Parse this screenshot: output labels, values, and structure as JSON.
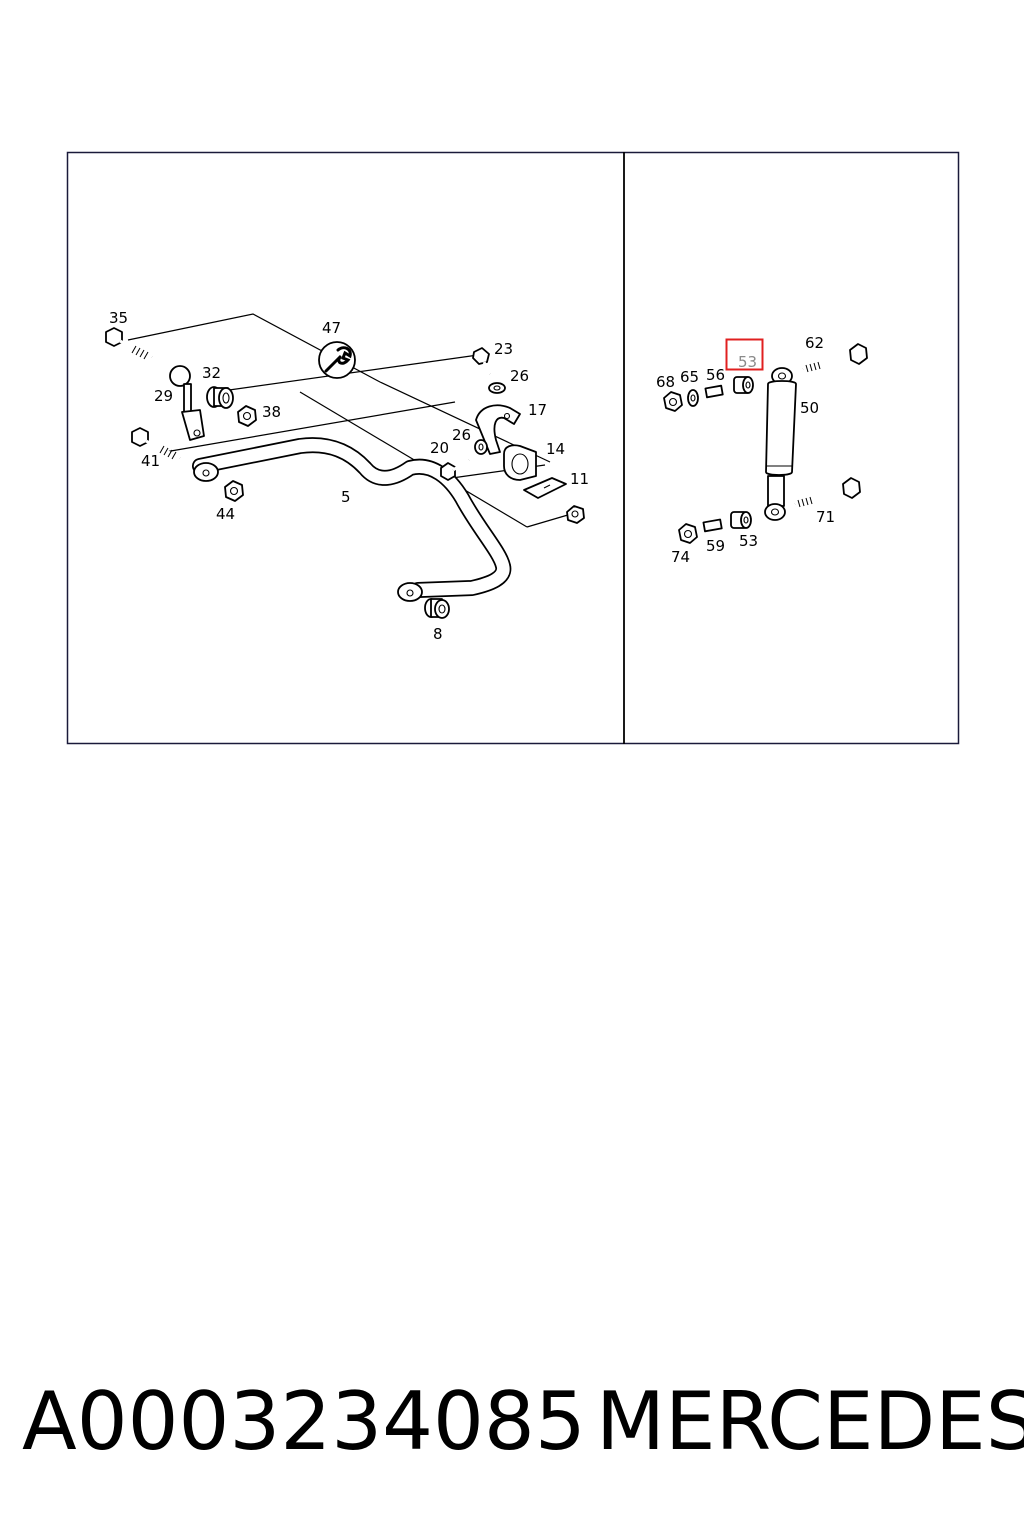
{
  "diagram": {
    "left_panel": {
      "labels": [
        "35",
        "47",
        "23",
        "26",
        "32",
        "29",
        "38",
        "17",
        "26",
        "41",
        "20",
        "14",
        "11",
        "5",
        "44",
        "8"
      ]
    },
    "right_panel": {
      "labels": [
        "62",
        "53",
        "68",
        "65",
        "56",
        "50",
        "71",
        "74",
        "59",
        "53"
      ],
      "highlighted_label": "53",
      "highlight_color": "#e02020"
    }
  },
  "footer": {
    "part_number": "A0003234085",
    "brand": "MERCEDES"
  }
}
